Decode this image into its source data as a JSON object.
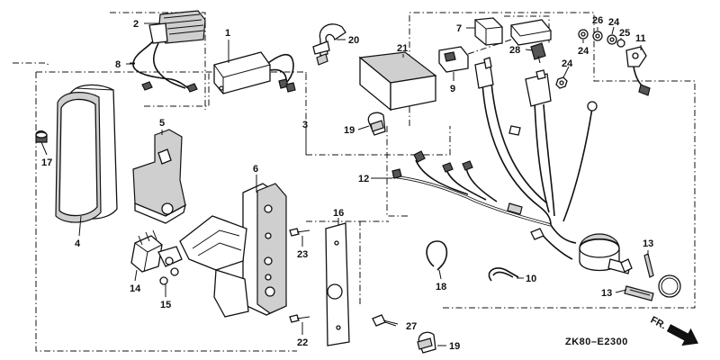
{
  "callouts": {
    "c1": "1",
    "c2": "2",
    "c3": "3",
    "c4": "4",
    "c5": "5",
    "c6": "6",
    "c7": "7",
    "c8": "8",
    "c9": "9",
    "c10": "10",
    "c11": "11",
    "c12": "12",
    "c13a": "13",
    "c13b": "13",
    "c14": "14",
    "c15": "15",
    "c16": "16",
    "c17": "17",
    "c18": "18",
    "c19a": "19",
    "c19b": "19",
    "c20": "20",
    "c21": "21",
    "c22": "22",
    "c23": "23",
    "c24a": "24",
    "c24b": "24",
    "c24c": "24",
    "c25": "25",
    "c26": "26",
    "c27": "27",
    "c28": "28"
  },
  "diagram_code": "ZK80–E2300",
  "direction_marker": "FR."
}
